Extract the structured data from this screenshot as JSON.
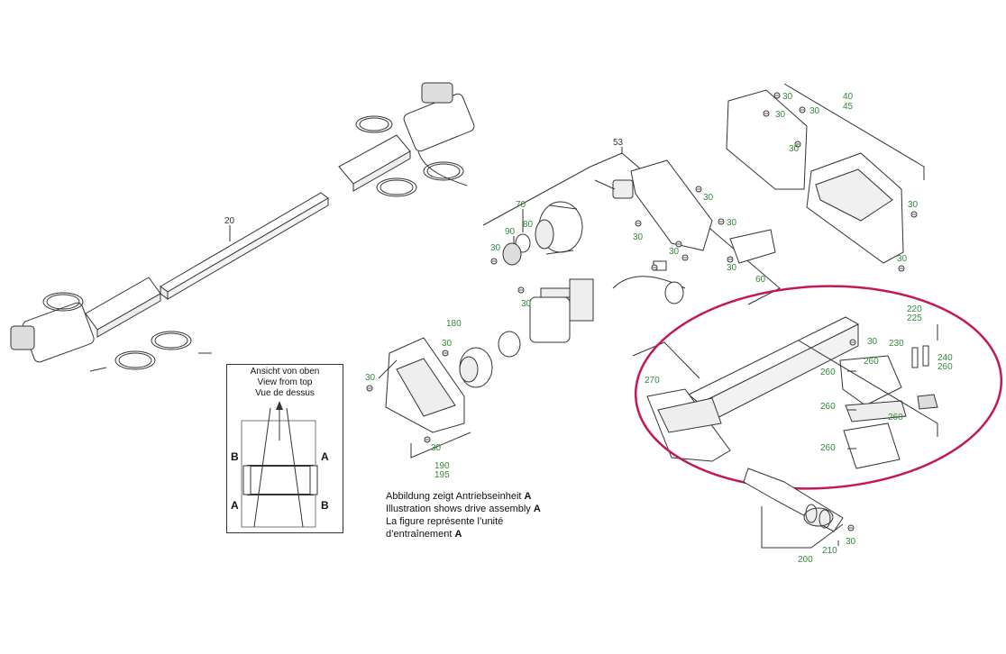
{
  "view_box": {
    "lines": [
      "Ansicht von oben",
      "View from top",
      "Vue de dessus"
    ],
    "markers": [
      "B",
      "A",
      "A",
      "B"
    ]
  },
  "caption": {
    "line1_text": "Abbildung zeigt Antriebseinheit ",
    "line1_bold": "A",
    "line2_text": "Illustration shows drive assembly ",
    "line2_bold": "A",
    "line3_text": "La figure représente l’unité",
    "line4_text": "d’entraînement ",
    "line4_bold": "A"
  },
  "part_labels": {
    "l20": "20",
    "l53": "53",
    "l70": "70",
    "l80": "80",
    "l90": "90",
    "l40": "40",
    "l45": "45",
    "l60": "60",
    "l180": "180",
    "l190": "190",
    "l195": "195",
    "l220": "220",
    "l225": "225",
    "l230": "230",
    "l240": "240",
    "l260": "260",
    "l270": "270",
    "l200": "200",
    "l210": "210",
    "l30": "30"
  },
  "colors": {
    "label_green": "#2e8b3a",
    "highlight": "#c2185b",
    "line": "#333333"
  }
}
